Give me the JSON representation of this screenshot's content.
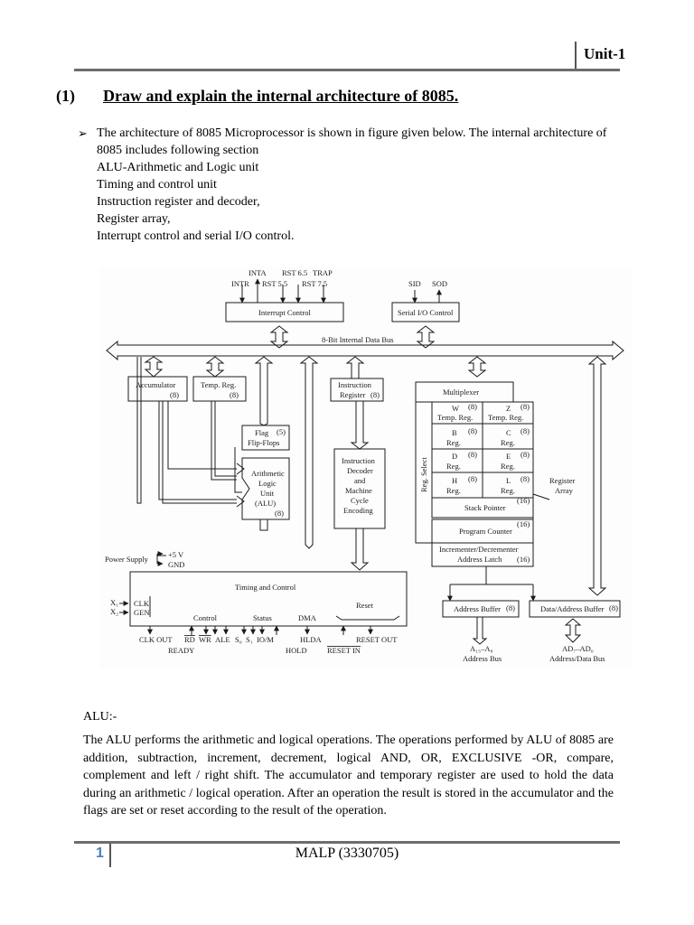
{
  "header": {
    "unit": "Unit-1"
  },
  "question": {
    "number": "(1)",
    "text": "Draw and explain the internal architecture of 8085."
  },
  "intro": {
    "bullet": "➢",
    "lines": [
      "The architecture of 8085 Microprocessor is shown in figure given below. The internal architecture of",
      "8085 includes following section",
      "ALU-Arithmetic and Logic unit",
      "Timing and control unit",
      "Instruction register and decoder,",
      "Register array,",
      "Interrupt control and serial I/O control."
    ]
  },
  "diagram": {
    "labels": {
      "inta": "INTA",
      "rst65": "RST 6.5",
      "trap": "TRAP",
      "intr": "INTR",
      "rst55": "RST 5.5",
      "rst75": "RST 7.5",
      "sid": "SID",
      "sod": "SOD",
      "interrupt_control": "Interrupt Control",
      "serial_io_control": "Serial I/O Control",
      "internal_bus": "8-Bit Internal Data Bus",
      "accumulator": "Accumulator",
      "accumulator_bits": "(8)",
      "temp_reg": "Temp. Reg.",
      "temp_reg_bits": "(8)",
      "instr_reg_1": "Instruction",
      "instr_reg_2": "Register",
      "instr_reg_bits": "(8)",
      "multiplexer": "Multiplexer",
      "flag_1": "Flag",
      "flag_bits": "(5)",
      "flag_2": "Flip-Flops",
      "alu_1": "Arithmetic",
      "alu_2": "Logic",
      "alu_3": "Unit",
      "alu_4": "(ALU)",
      "alu_bits": "(8)",
      "decoder_1": "Instruction",
      "decoder_2": "Decoder",
      "decoder_3": "and",
      "decoder_4": "Machine",
      "decoder_5": "Cycle",
      "decoder_6": "Encoding",
      "reg_select": "Reg. Select",
      "w": "W",
      "w_bits": "(8)",
      "w_name": "Temp. Reg.",
      "z": "Z",
      "z_bits": "(8)",
      "z_name": "Temp. Reg.",
      "b": "B",
      "b_bits": "(8)",
      "b_name": "Reg.",
      "c": "C",
      "c_bits": "(8)",
      "c_name": "Reg.",
      "d": "D",
      "d_bits": "(8)",
      "d_name": "Reg.",
      "e": "E",
      "e_bits": "(8)",
      "e_name": "Reg.",
      "h": "H",
      "h_bits": "(8)",
      "h_name": "Reg.",
      "l": "L",
      "l_bits": "(8)",
      "l_name": "Reg.",
      "register_array_1": "Register",
      "register_array_2": "Array",
      "stack_pointer": "Stack Pointer",
      "stack_pointer_bits": "(16)",
      "program_counter": "Program Counter",
      "program_counter_bits": "(16)",
      "incdec_1": "Incrementer/Decrementer",
      "incdec_2": "Address Latch",
      "incdec_bits": "(16)",
      "power_supply": "Power Supply",
      "plus5v": "+5 V",
      "gnd": "GND",
      "timing_control": "Timing and Control",
      "x1": "X₁",
      "x2": "X₂",
      "clk": "CLK",
      "gen": "GEN",
      "control": "Control",
      "status": "Status",
      "dma": "DMA",
      "reset": "Reset",
      "address_buffer": "Address Buffer",
      "address_buffer_bits": "(8)",
      "data_address_buffer": "Data/Address Buffer",
      "data_address_buffer_bits": "(8)",
      "clk_out": "CLK OUT",
      "rd": "RD",
      "wr": "WR",
      "ale": "ALE",
      "s0": "S₀",
      "s1": "S₁",
      "io_m": "IO/M",
      "hlda": "HLDA",
      "reset_out": "RESET OUT",
      "ready": "READY",
      "hold": "HOLD",
      "reset_in": "RESET IN",
      "addr_bus_pins": "A₁₅–A₈",
      "addr_bus_name": "Address Bus",
      "data_bus_pins": "AD₇–AD₀",
      "data_bus_name": "Address/Data Bus"
    }
  },
  "alu": {
    "heading": "ALU:-",
    "paragraph": "The ALU performs the arithmetic and logical operations. The operations performed by ALU of 8085 are addition, subtraction, increment, decrement, logical AND, OR, EXCLUSIVE -OR, compare, complement and left / right shift. The accumulator and temporary register are used to hold the data during an arithmetic / logical operation. After an operation the result is stored in the accumulator and the flags are set or reset according to the result of the operation."
  },
  "footer": {
    "page_number": "1",
    "title": "MALP (3330705)"
  }
}
